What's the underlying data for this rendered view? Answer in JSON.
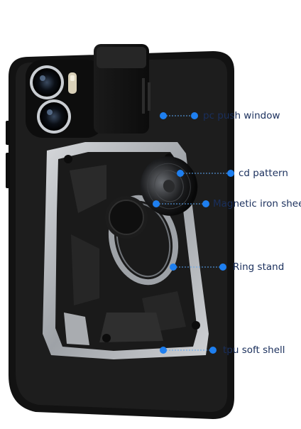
{
  "callouts": [
    {
      "id": "pc-push-window",
      "label": "pc push window"
    },
    {
      "id": "cd-pattern",
      "label": "cd pattern"
    },
    {
      "id": "magnetic-iron-sheet",
      "label": "Magnetic iron sheet"
    },
    {
      "id": "ring-stand",
      "label": "Ring stand"
    },
    {
      "id": "tpu-soft-shell",
      "label": "tpu soft shell"
    }
  ],
  "colors": {
    "background": "#ffffff",
    "case_black": "#141414",
    "armor_silver": "#b9bcc0",
    "callout_dot": "#1e7ff0",
    "callout_line": "#5aa6f5",
    "label_text": "#1a2f5c"
  },
  "icons": [
    "camera-lens-icon",
    "flash-icon",
    "ring-stand-icon"
  ]
}
